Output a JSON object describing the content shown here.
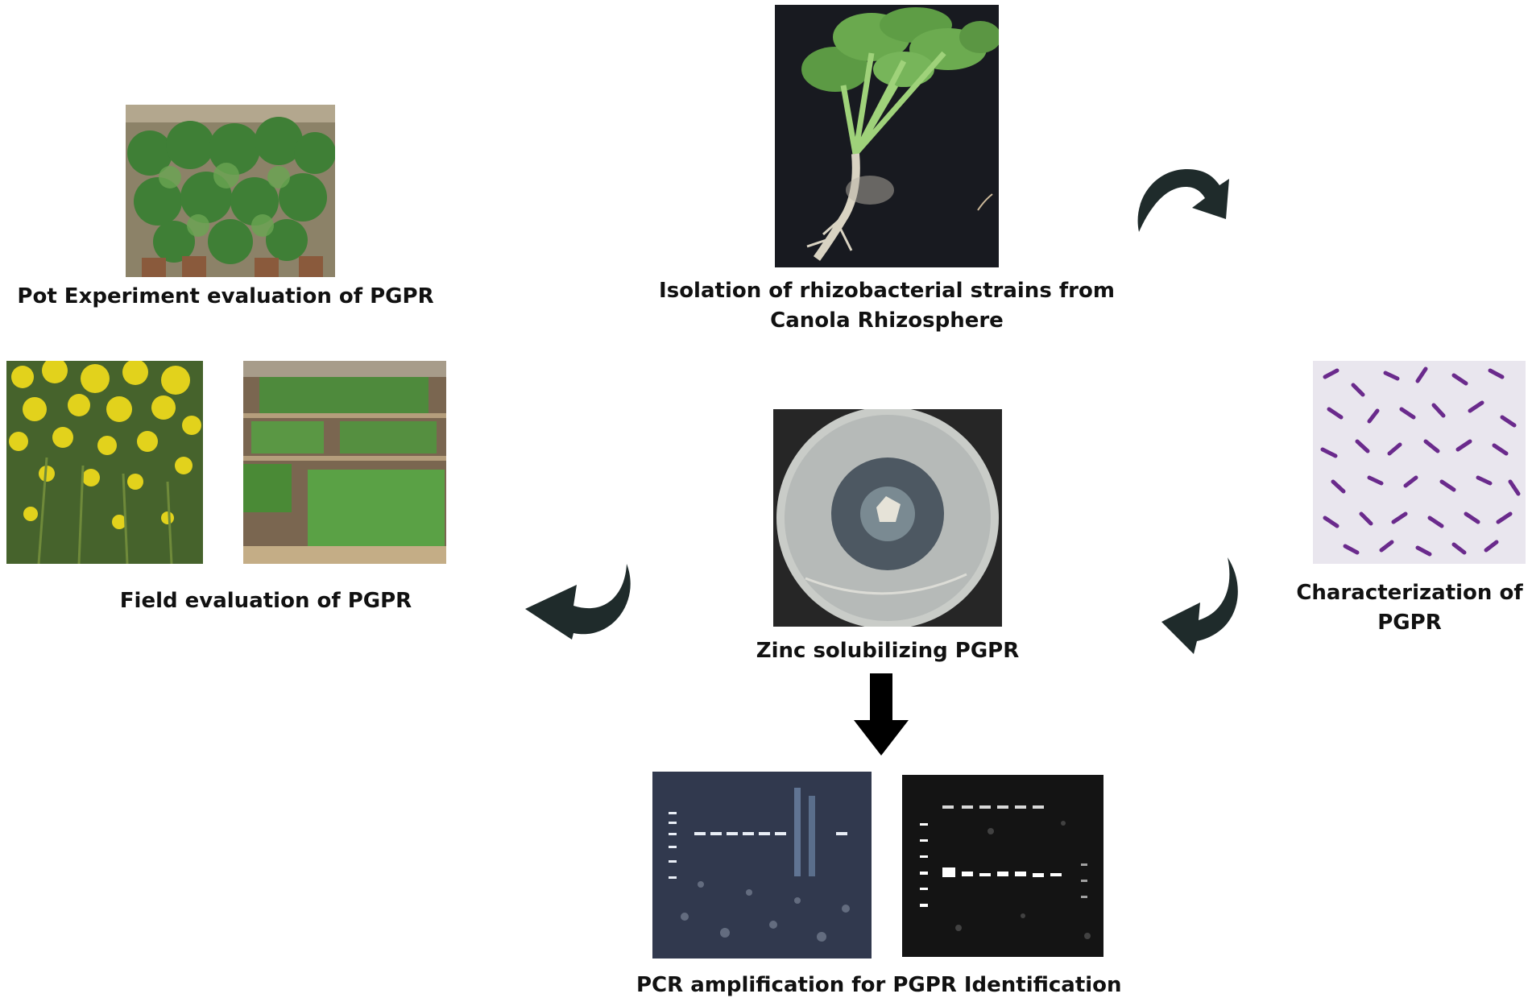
{
  "colors": {
    "text": "#111111",
    "arrow": "#1f2b2b",
    "leaf_green": "#4f8f3a",
    "canola_yellow": "#e2d21c",
    "bacteria_purple": "#6a2a8c",
    "gel_dark": "#1e2430"
  },
  "steps": {
    "isolation": {
      "caption_line1": "Isolation of rhizobacterial strains from",
      "caption_line2": "Canola Rhizosphere",
      "image": "canola-plant-with-roots-photo"
    },
    "characterization": {
      "caption_line1": "Characterization of",
      "caption_line2": "PGPR",
      "image": "bacteria-microscopy-photo"
    },
    "zinc": {
      "caption": "Zinc solubilizing PGPR",
      "image": "petri-dish-halo-photo"
    },
    "pcr": {
      "caption": "PCR amplification for PGPR Identification",
      "images": [
        "gel-electrophoresis-photo-1",
        "gel-electrophoresis-photo-2"
      ]
    },
    "field": {
      "caption": "Field evaluation of PGPR",
      "images": [
        "flowering-canola-field-photo",
        "field-plots-photo"
      ]
    },
    "pot": {
      "caption": "Pot Experiment evaluation of PGPR",
      "image": "potted-canola-plants-photo"
    }
  },
  "arrows": [
    "curved-arrow-top-right",
    "curved-arrow-right",
    "down-arrow",
    "curved-arrow-left"
  ]
}
